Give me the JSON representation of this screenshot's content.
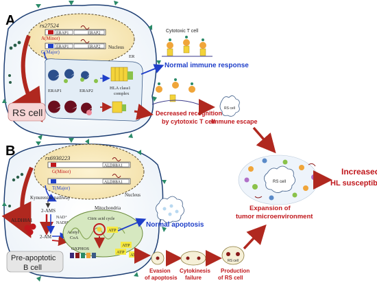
{
  "panel_a": {
    "letter": "A",
    "snp": "rs27524",
    "allele_minor": "A(Minor)",
    "allele_major": "G(Major)",
    "gene_erap1_top": "ERAP1",
    "gene_erap2_top": "ERAP2",
    "gene_erap1_bottom": "ERAP1",
    "gene_erap2_bottom": "ERAP2",
    "nucleus": "Nucleus",
    "er": "ER",
    "erap1": "ERAP1",
    "erap2": "ERAP2",
    "hla_line1": "HLA class1",
    "hla_line2": "complex",
    "cell_label": "RS cell",
    "cytotoxic": "Cytotoxic T cell",
    "normal_immune": "Normal immune response",
    "decreased_line1": "Decreased recognition",
    "decreased_line2": "by cytotoxic T cell",
    "immune_escape": "Immune escape",
    "rs_cell_small": "RS cell"
  },
  "panel_b": {
    "letter": "B",
    "snp": "rs6930223",
    "allele_minor": "G(Minor)",
    "allele_major": "T(Major)",
    "gene_top": "ALDH8A1",
    "gene_bottom": "ALDH8A1",
    "nucleus": "Nucleus",
    "kynurenine": "Kynurenine pathway",
    "ams": "2-AMS",
    "aldh": "ALDH8A1",
    "nad": "NAD⁺",
    "nadh": "NADH",
    "am": "2-AM",
    "acetyl_line1": "Acetyl",
    "acetyl_line2": "CoA",
    "mito": "Mitochondria",
    "citric": "Citric acid cycle",
    "oxphos": "OXPHOS",
    "atp1": "ATP",
    "atp2": "ATP",
    "atp3": "ATP",
    "atp4": "ATP",
    "cell_label_line1": "Pre-apoptotic",
    "cell_label_line2": "B cell",
    "normal_apoptosis": "Normal apoptosis",
    "evasion_line1": "Evasion",
    "evasion_line2": "of apoptosis",
    "cytokinesis_line1": "Cytokinesis",
    "cytokinesis_line2": "failure",
    "production_line1": "Production",
    "production_line2": "of RS cell",
    "rs_cell_small": "RS cell"
  },
  "right": {
    "rs_cell": "RS cell",
    "expansion_line1": "Expansion of",
    "expansion_line2": "tumor microenvironment",
    "increased_line1": "Increased",
    "increased_line2": "HL susceptibility"
  },
  "colors": {
    "red": "#c0171c",
    "blue": "#1f3fc9",
    "dark_red": "#8b1a1a",
    "yellow": "#f3e27a",
    "purple": "#3a2a7a"
  }
}
